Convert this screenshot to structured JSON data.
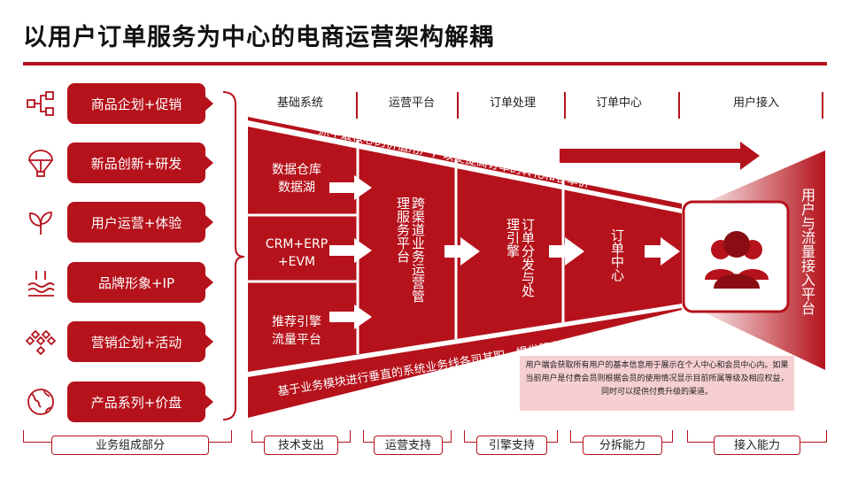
{
  "title": "以用户订单服务为中心的电商运营架构解耦",
  "colors": {
    "accent": "#b5121b",
    "note_bg": "#f6cfd2"
  },
  "sidebar": {
    "items": [
      {
        "label": "商品企划+促销",
        "icon": "hierarchy-icon"
      },
      {
        "label": "新品创新+研发",
        "icon": "hot-air-balloon-icon"
      },
      {
        "label": "用户运营+体验",
        "icon": "leaf-icon"
      },
      {
        "label": "品牌形象+IP",
        "icon": "waves-icon"
      },
      {
        "label": "营销企划+活动",
        "icon": "diamond-grid-icon"
      },
      {
        "label": "产品系列+价盘",
        "icon": "globe-icon"
      }
    ]
  },
  "columns": [
    "基础系统",
    "运营平台",
    "订单处理",
    "订单中心",
    "用户接入"
  ],
  "banner_top": "抓牢最核心的价值用户，以便提高订单的转化和客单价",
  "banner_bottom": "基于业务模块进行垂直的系统业务线各司其职，提供服务化的能力",
  "base_systems": [
    "数据仓库\n数据湖",
    "CRM+ERP\n+EVM",
    "推荐引擎\n流量平台"
  ],
  "platform": "跨渠道业务运营管理服务平台",
  "processing": "订单分发与处理引擎",
  "order_center": "订单中心",
  "access_label": "用户与流量接入平台",
  "note": "用户端会获取所有用户的基本信息用于展示在个人中心和会员中心内。如果当前用户是付费会员则根据会员的使用情况显示目前所属等级及相应权益，同时可以提供付费升级的渠道。",
  "footer": [
    "业务组成部分",
    "技术支出",
    "运营支持",
    "引擎支持",
    "分拆能力",
    "接入能力"
  ]
}
